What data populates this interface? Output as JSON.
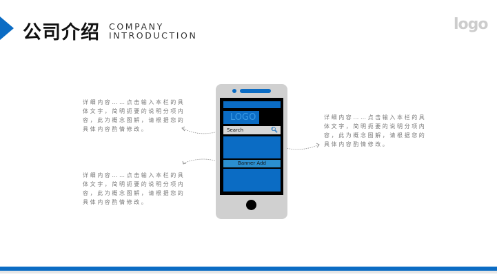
{
  "header": {
    "title": "公司介绍",
    "subtitle_line1": "COMPANY",
    "subtitle_line2": "INTRODUCTION",
    "logo": "logo"
  },
  "descriptions": [
    "详细内容……点击输入本栏的具体文字，简明扼要的说明分项内容，此为概念图解，请根据您的具体内容酌情修改。",
    "详细内容……点击输入本栏的具体文字，简明扼要的说明分项内容，此为概念图解，请根据您的具体内容酌情修改。",
    "详细内容……点击输入本栏的具体文字，简明扼要的说明分项内容，此为概念图解，请根据您的具体内容酌情修改。"
  ],
  "phone": {
    "logo": "LOGO",
    "search": "Search",
    "banner": "Banner Add"
  },
  "colors": {
    "accent": "#0b6cc4"
  }
}
